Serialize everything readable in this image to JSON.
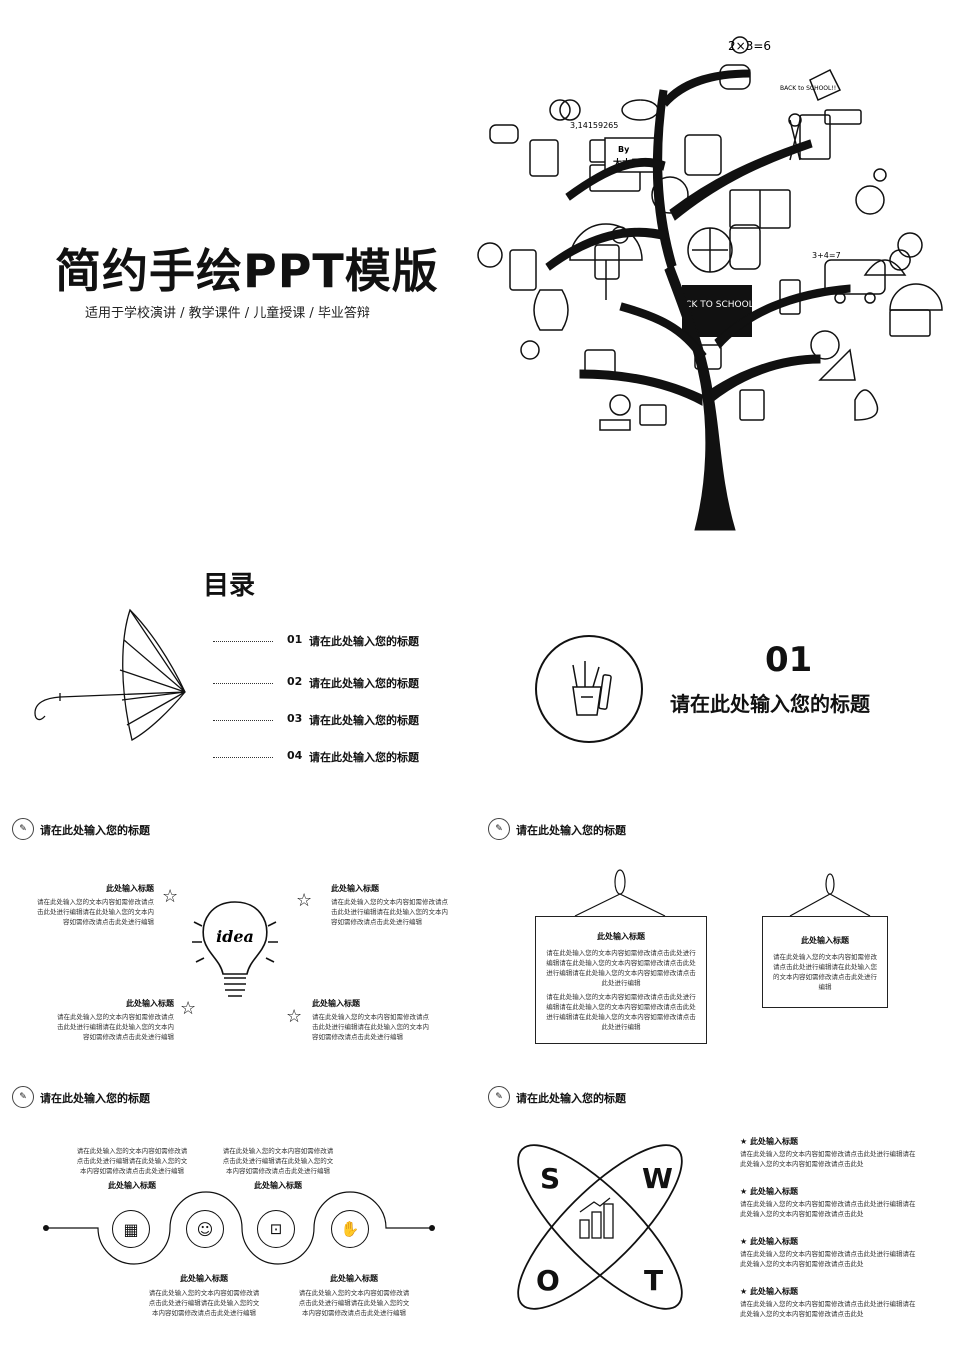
{
  "cover": {
    "title": "简约手绘PPT模版",
    "subtitle": "适用于学校演讲 / 教学课件 / 儿童授课 / 毕业答辩",
    "sign_by": "By",
    "sign_name": "大木子",
    "chalkboard": "BACK TO SCHOOL!!",
    "math": "2×3=6",
    "pi": "3,14159265",
    "poster": "BACK to SCHOOL!!",
    "sum": "3+4=7"
  },
  "toc": {
    "title": "目录",
    "items": [
      {
        "num": "01",
        "label": "请在此处输入您的标题"
      },
      {
        "num": "02",
        "label": "请在此处输入您的标题"
      },
      {
        "num": "03",
        "label": "请在此处输入您的标题"
      },
      {
        "num": "04",
        "label": "请在此处输入您的标题"
      }
    ]
  },
  "section": {
    "num": "01",
    "title": "请在此处输入您的标题"
  },
  "idea_slide": {
    "header": "请在此处输入您的标题",
    "bulb_text": "idea",
    "blocks": [
      {
        "title": "此处输入标题",
        "text": "请在此处输入您的文本内容如需修改请点击此处进行编辑请在此处输入您的文本内容如需修改请点击此处进行编辑"
      },
      {
        "title": "此处输入标题",
        "text": "请在此处输入您的文本内容如需修改请点击此处进行编辑请在此处输入您的文本内容如需修改请点击此处进行编辑"
      },
      {
        "title": "此处输入标题",
        "text": "请在此处输入您的文本内容如需修改请点击此处进行编辑请在此处输入您的文本内容如需修改请点击此处进行编辑"
      },
      {
        "title": "此处输入标题",
        "text": "请在此处输入您的文本内容如需修改请点击此处进行编辑请在此处输入您的文本内容如需修改请点击此处进行编辑"
      }
    ]
  },
  "frames_slide": {
    "header": "请在此处输入您的标题",
    "frame1": {
      "title": "此处输入标题",
      "p1": "请在此处输入您的文本内容如需修改请点击此处进行编辑请在此处输入您的文本内容如需修改请点击此处进行编辑请在此处输入您的文本内容如需修改请点击此处进行编辑",
      "p2": "请在此处输入您的文本内容如需修改请点击此处进行编辑请在此处输入您的文本内容如需修改请点击此处进行编辑请在此处输入您的文本内容如需修改请点击此处进行编辑"
    },
    "frame2": {
      "title": "此处输入标题",
      "p1": "请在此处输入您的文本内容如需修改请点击此处进行编辑请在此处输入您的文本内容如需修改请点击此处进行编辑"
    }
  },
  "timeline_slide": {
    "header": "请在此处输入您的标题",
    "top": [
      {
        "title": "此处输入标题",
        "text": "请在此处输入您的文本内容如需修改请点击此处进行编辑请在此处输入您的文本内容如需修改请点击此处进行编辑"
      },
      {
        "title": "此处输入标题",
        "text": "请在此处输入您的文本内容如需修改请点击此处进行编辑请在此处输入您的文本内容如需修改请点击此处进行编辑"
      }
    ],
    "bottom": [
      {
        "title": "此处输入标题",
        "text": "请在此处输入您的文本内容如需修改请点击此处进行编辑请在此处输入您的文本内容如需修改请点击此处进行编辑"
      },
      {
        "title": "此处输入标题",
        "text": "请在此处输入您的文本内容如需修改请点击此处进行编辑请在此处输入您的文本内容如需修改请点击此处进行编辑"
      }
    ]
  },
  "swot_slide": {
    "header": "请在此处输入您的标题",
    "letters": [
      "S",
      "W",
      "O",
      "T"
    ],
    "items": [
      {
        "title": "此处输入标题",
        "text": "请在此处输入您的文本内容如需修改请点击此处进行编辑请在此处输入您的文本内容如需修改请点击此处"
      },
      {
        "title": "此处输入标题",
        "text": "请在此处输入您的文本内容如需修改请点击此处进行编辑请在此处输入您的文本内容如需修改请点击此处"
      },
      {
        "title": "此处输入标题",
        "text": "请在此处输入您的文本内容如需修改请点击此处进行编辑请在此处输入您的文本内容如需修改请点击此处"
      },
      {
        "title": "此处输入标题",
        "text": "请在此处输入您的文本内容如需修改请点击此处进行编辑请在此处输入您的文本内容如需修改请点击此处"
      }
    ]
  }
}
